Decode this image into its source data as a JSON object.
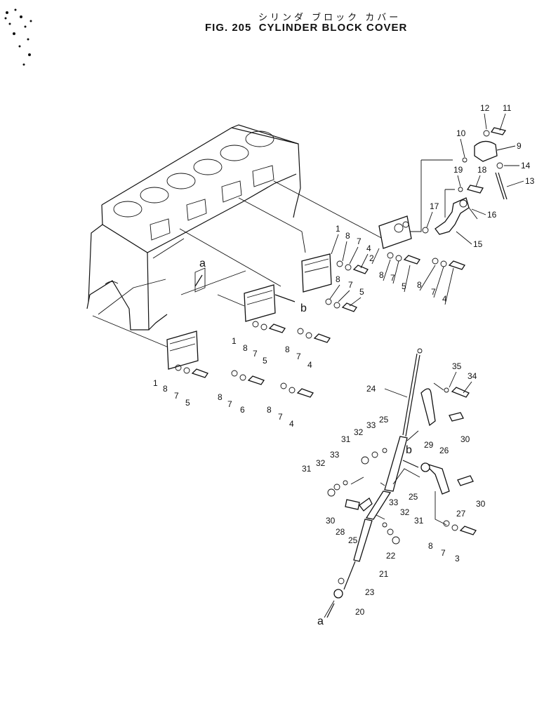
{
  "title": {
    "japanese": "シリンダ ブロック カバー",
    "figure": "FIG. 205",
    "name": "CYLINDER BLOCK COVER"
  },
  "callouts": [
    {
      "id": "cb1",
      "text": "1"
    },
    {
      "id": "cb2",
      "text": "8"
    },
    {
      "id": "cb3",
      "text": "7"
    },
    {
      "id": "cb4",
      "text": "4"
    },
    {
      "id": "cb5",
      "text": "8"
    },
    {
      "id": "cb6",
      "text": "7"
    },
    {
      "id": "cb7",
      "text": "5"
    },
    {
      "id": "cb8",
      "text": "2"
    },
    {
      "id": "cb9",
      "text": "8"
    },
    {
      "id": "cb10",
      "text": "7"
    },
    {
      "id": "cb11",
      "text": "5"
    },
    {
      "id": "cb12",
      "text": "8"
    },
    {
      "id": "cb13",
      "text": "7"
    },
    {
      "id": "cb14",
      "text": "4"
    },
    {
      "id": "cb15",
      "text": "1"
    },
    {
      "id": "cb16",
      "text": "8"
    },
    {
      "id": "cb17",
      "text": "7"
    },
    {
      "id": "cb18",
      "text": "5"
    },
    {
      "id": "cb19",
      "text": "8"
    },
    {
      "id": "cb20",
      "text": "7"
    },
    {
      "id": "cb21",
      "text": "4"
    },
    {
      "id": "cb22",
      "text": "1"
    },
    {
      "id": "cb23",
      "text": "8"
    },
    {
      "id": "cb24",
      "text": "7"
    },
    {
      "id": "cb25",
      "text": "5"
    },
    {
      "id": "cb26",
      "text": "8"
    },
    {
      "id": "cb27",
      "text": "7"
    },
    {
      "id": "cb28",
      "text": "6"
    },
    {
      "id": "cb29",
      "text": "8"
    },
    {
      "id": "cb30",
      "text": "7"
    },
    {
      "id": "cb31",
      "text": "4"
    },
    {
      "id": "cb32",
      "text": "12"
    },
    {
      "id": "cb33",
      "text": "11"
    },
    {
      "id": "cb34",
      "text": "10"
    },
    {
      "id": "cb35",
      "text": "9"
    },
    {
      "id": "cb36",
      "text": "19"
    },
    {
      "id": "cb37",
      "text": "18"
    },
    {
      "id": "cb38",
      "text": "14"
    },
    {
      "id": "cb39",
      "text": "13"
    },
    {
      "id": "cb40",
      "text": "17"
    },
    {
      "id": "cb41",
      "text": "16"
    },
    {
      "id": "cb42",
      "text": "15"
    },
    {
      "id": "cb43",
      "text": "24"
    },
    {
      "id": "cb44",
      "text": "35"
    },
    {
      "id": "cb45",
      "text": "34"
    },
    {
      "id": "cb46",
      "text": "26"
    },
    {
      "id": "cb47",
      "text": "30"
    },
    {
      "id": "cb48",
      "text": "25"
    },
    {
      "id": "cb49",
      "text": "31"
    },
    {
      "id": "cb50",
      "text": "32"
    },
    {
      "id": "cb51",
      "text": "33"
    },
    {
      "id": "cb52",
      "text": "29"
    },
    {
      "id": "cb53",
      "text": "31"
    },
    {
      "id": "cb54",
      "text": "32"
    },
    {
      "id": "cb55",
      "text": "33"
    },
    {
      "id": "cb56",
      "text": "25"
    },
    {
      "id": "cb57",
      "text": "27"
    },
    {
      "id": "cb58",
      "text": "30"
    },
    {
      "id": "cb59",
      "text": "30"
    },
    {
      "id": "cb60",
      "text": "28"
    },
    {
      "id": "cb61",
      "text": "33"
    },
    {
      "id": "cb62",
      "text": "32"
    },
    {
      "id": "cb63",
      "text": "31"
    },
    {
      "id": "cb64",
      "text": "25"
    },
    {
      "id": "cb65",
      "text": "22"
    },
    {
      "id": "cb66",
      "text": "8"
    },
    {
      "id": "cb67",
      "text": "7"
    },
    {
      "id": "cb68",
      "text": "3"
    },
    {
      "id": "cb69",
      "text": "21"
    },
    {
      "id": "cb70",
      "text": "23"
    },
    {
      "id": "cb71",
      "text": "20"
    }
  ],
  "reference_marks": [
    {
      "id": "ra1",
      "text": "a"
    },
    {
      "id": "rb1",
      "text": "b"
    },
    {
      "id": "rb2",
      "text": "b"
    },
    {
      "id": "ra2",
      "text": "a"
    }
  ]
}
